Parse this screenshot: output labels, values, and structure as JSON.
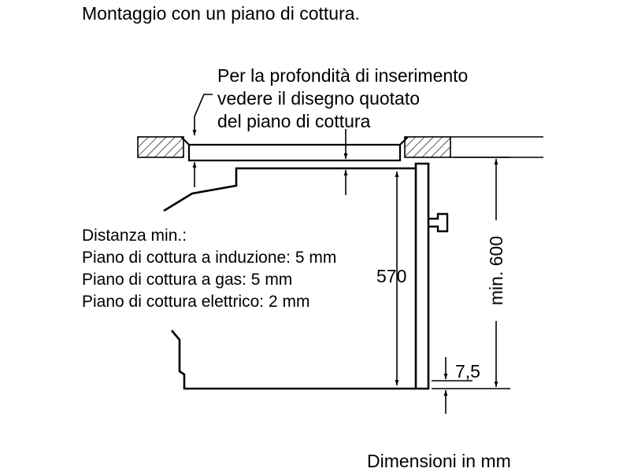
{
  "title": "Montaggio con un piano di cottura.",
  "note_lines": [
    "Per la profondità di inserimento",
    "vedere il disegno quotato",
    "del piano di cottura"
  ],
  "distance_lines": [
    "Distanza min.:",
    "Piano di cottura a induzione: 5 mm",
    "Piano di cottura a gas: 5 mm",
    "Piano di cottura elettrico: 2 mm"
  ],
  "dim_570": "570",
  "dim_600": "min. 600",
  "dim_7_5": "7,5",
  "units_note": "Dimensioni in mm"
}
